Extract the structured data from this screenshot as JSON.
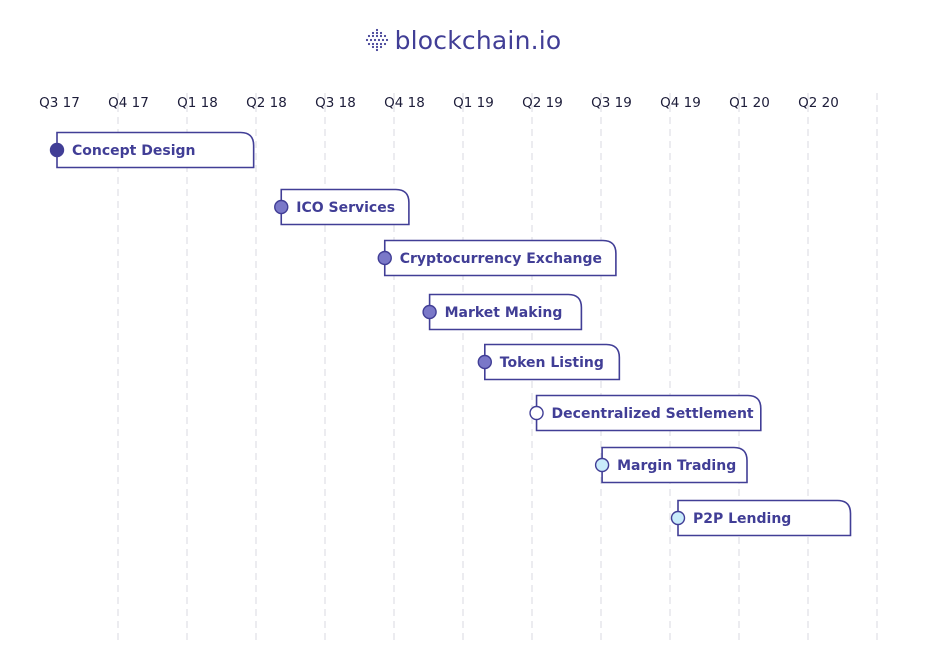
{
  "brand": {
    "name": "blockchain.io",
    "color": "#413e96"
  },
  "chart_data": {
    "type": "bar",
    "x_ticks": [
      "Q3 17",
      "Q4 17",
      "Q1 18",
      "Q2 18",
      "Q3 18",
      "Q4 18",
      "Q1 19",
      "Q2 19",
      "Q3 19",
      "Q4 19",
      "Q1 20",
      "Q2 20"
    ],
    "grid": "vertical-dashed",
    "tasks": [
      {
        "label": "Concept Design",
        "start": 0.0,
        "end": 2.85,
        "marker_color": "#413e96"
      },
      {
        "label": "ICO Services",
        "start": 3.25,
        "end": 5.1,
        "marker_color": "#7a78c8"
      },
      {
        "label": "Cryptocurrency Exchange",
        "start": 4.75,
        "end": 8.1,
        "marker_color": "#7a78c8"
      },
      {
        "label": "Market Making",
        "start": 5.4,
        "end": 7.6,
        "marker_color": "#7a78c8"
      },
      {
        "label": "Token Listing",
        "start": 6.2,
        "end": 8.15,
        "marker_color": "#7a78c8"
      },
      {
        "label": "Decentralized Settlement",
        "start": 6.95,
        "end": 10.2,
        "marker_color": "#ffffff"
      },
      {
        "label": "Margin Trading",
        "start": 7.9,
        "end": 10.0,
        "marker_color": "#c9ecfb"
      },
      {
        "label": "P2P Lending",
        "start": 9.0,
        "end": 11.5,
        "marker_color": "#c9ecfb"
      }
    ]
  }
}
